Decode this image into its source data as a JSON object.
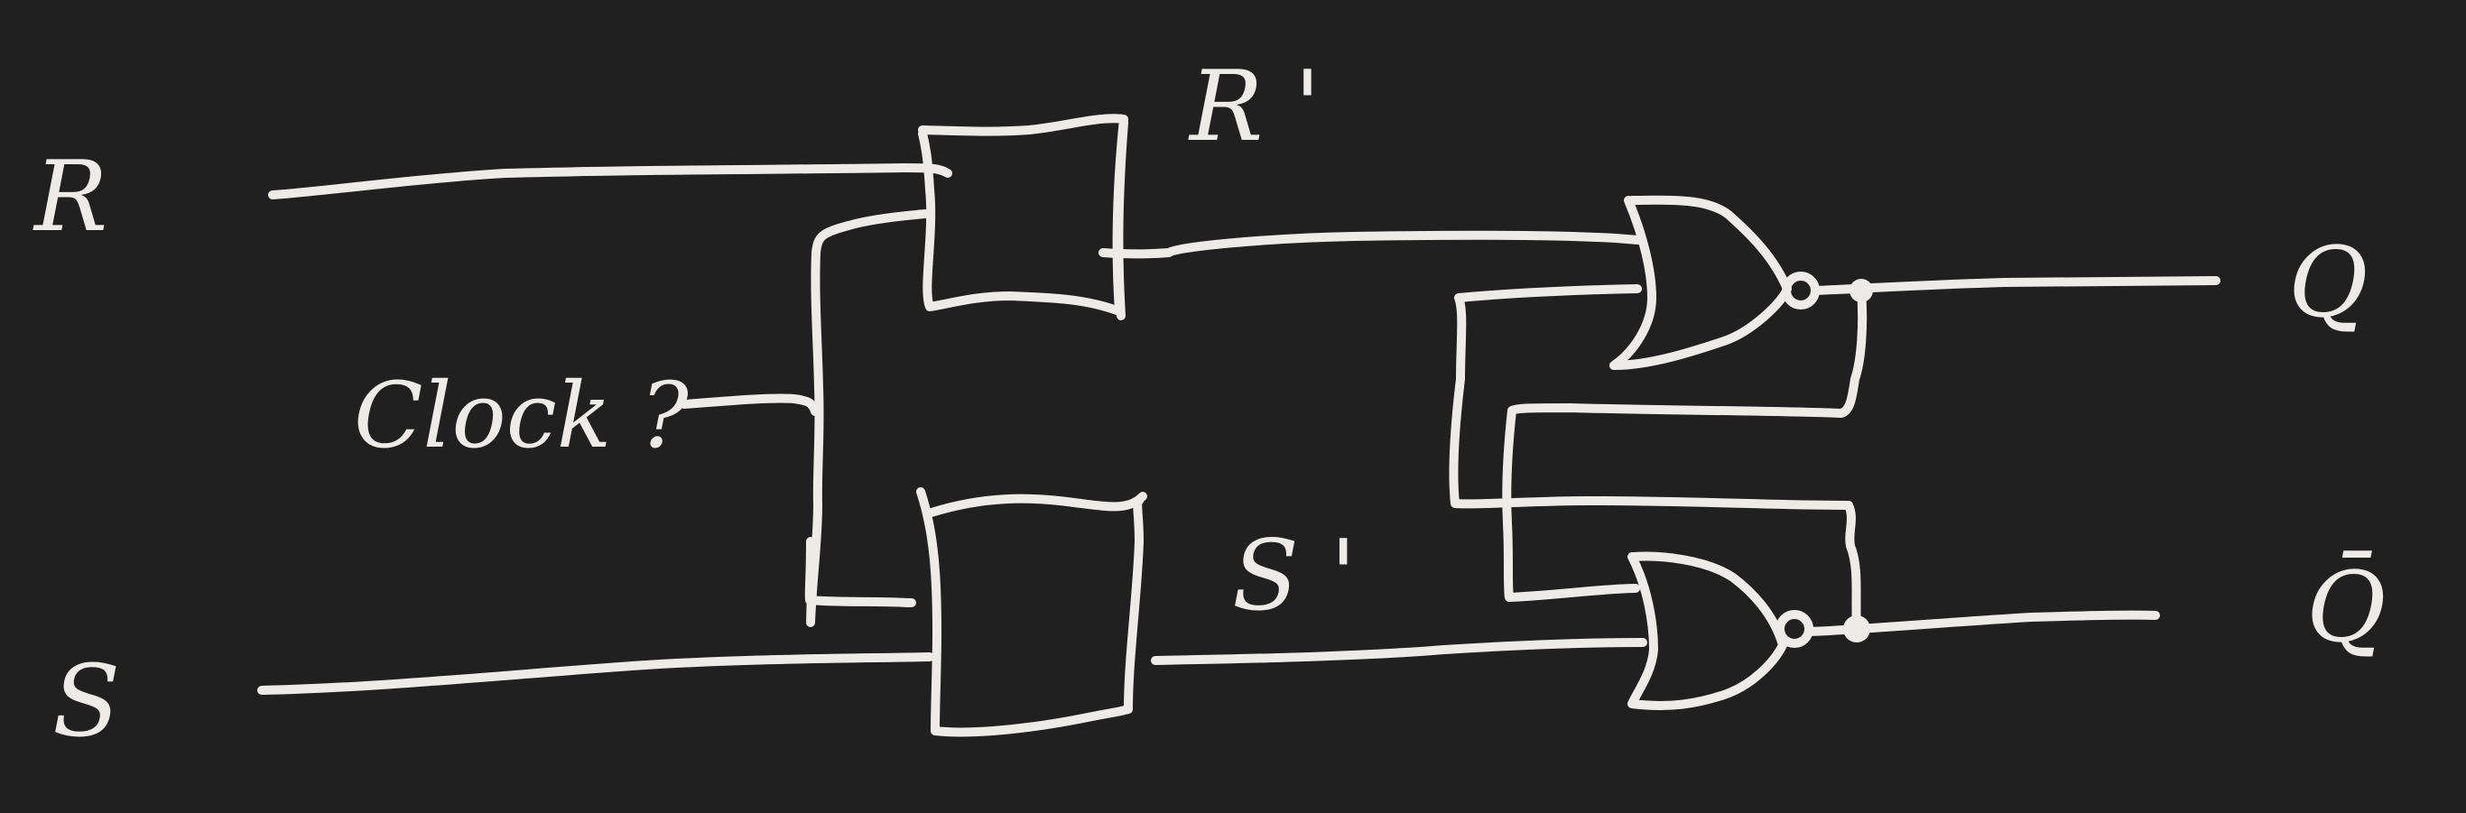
{
  "colors": {
    "background": "#202020",
    "ink": "#ecebe8"
  },
  "labels": {
    "r_input": "R",
    "s_input": "S",
    "clock": "Clock ?",
    "r_prime": "R '",
    "s_prime": "S '",
    "q_output": "Q",
    "q_bar_output": "Q̄"
  }
}
